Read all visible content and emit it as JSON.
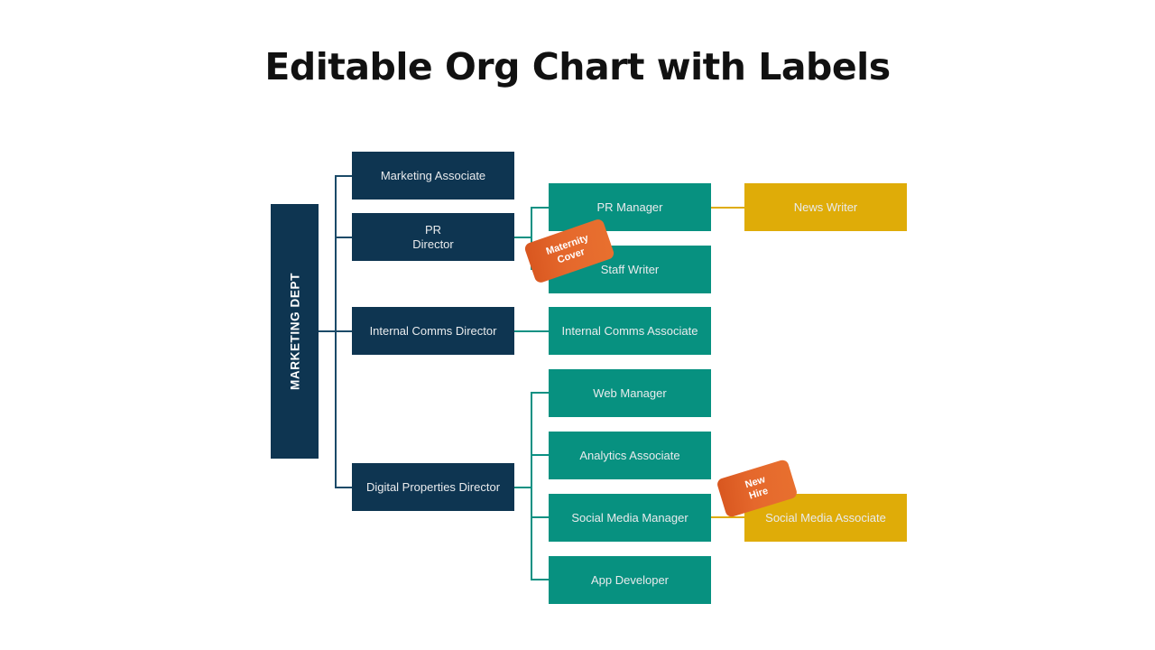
{
  "title": "Editable Org Chart with Labels",
  "colors": {
    "navy": "#0e3551",
    "teal": "#079180",
    "yellow": "#dfac08",
    "orange": "#e3632a",
    "text_light": "#e9ebed",
    "background": "#ffffff"
  },
  "department": {
    "label": "MARKETING DEPT"
  },
  "directors": [
    {
      "label": "Marketing Associate",
      "color": "navy"
    },
    {
      "label_line1": "PR",
      "label_line2": "Director",
      "color": "navy"
    },
    {
      "label": "Internal Comms Director",
      "color": "navy"
    },
    {
      "label": "Digital Properties Director",
      "color": "navy"
    }
  ],
  "pr_reports": [
    {
      "label": "PR Manager",
      "color": "teal"
    },
    {
      "label": "Staff Writer",
      "color": "teal"
    }
  ],
  "internal_comms_reports": [
    {
      "label": "Internal Comms Associate",
      "color": "teal"
    }
  ],
  "digital_reports": [
    {
      "label": "Web Manager",
      "color": "teal"
    },
    {
      "label": "Analytics Associate",
      "color": "teal"
    },
    {
      "label": "Social Media Manager",
      "color": "teal"
    },
    {
      "label": "App Developer",
      "color": "teal"
    }
  ],
  "third_level": [
    {
      "label": "News Writer",
      "color": "yellow"
    },
    {
      "label": "Social Media Associate",
      "color": "yellow"
    }
  ],
  "tags": [
    {
      "line1": "Maternity",
      "line2": "Cover",
      "attached_to": "Staff Writer"
    },
    {
      "line1": "New",
      "line2": "Hire",
      "attached_to": "Social Media Associate"
    }
  ]
}
